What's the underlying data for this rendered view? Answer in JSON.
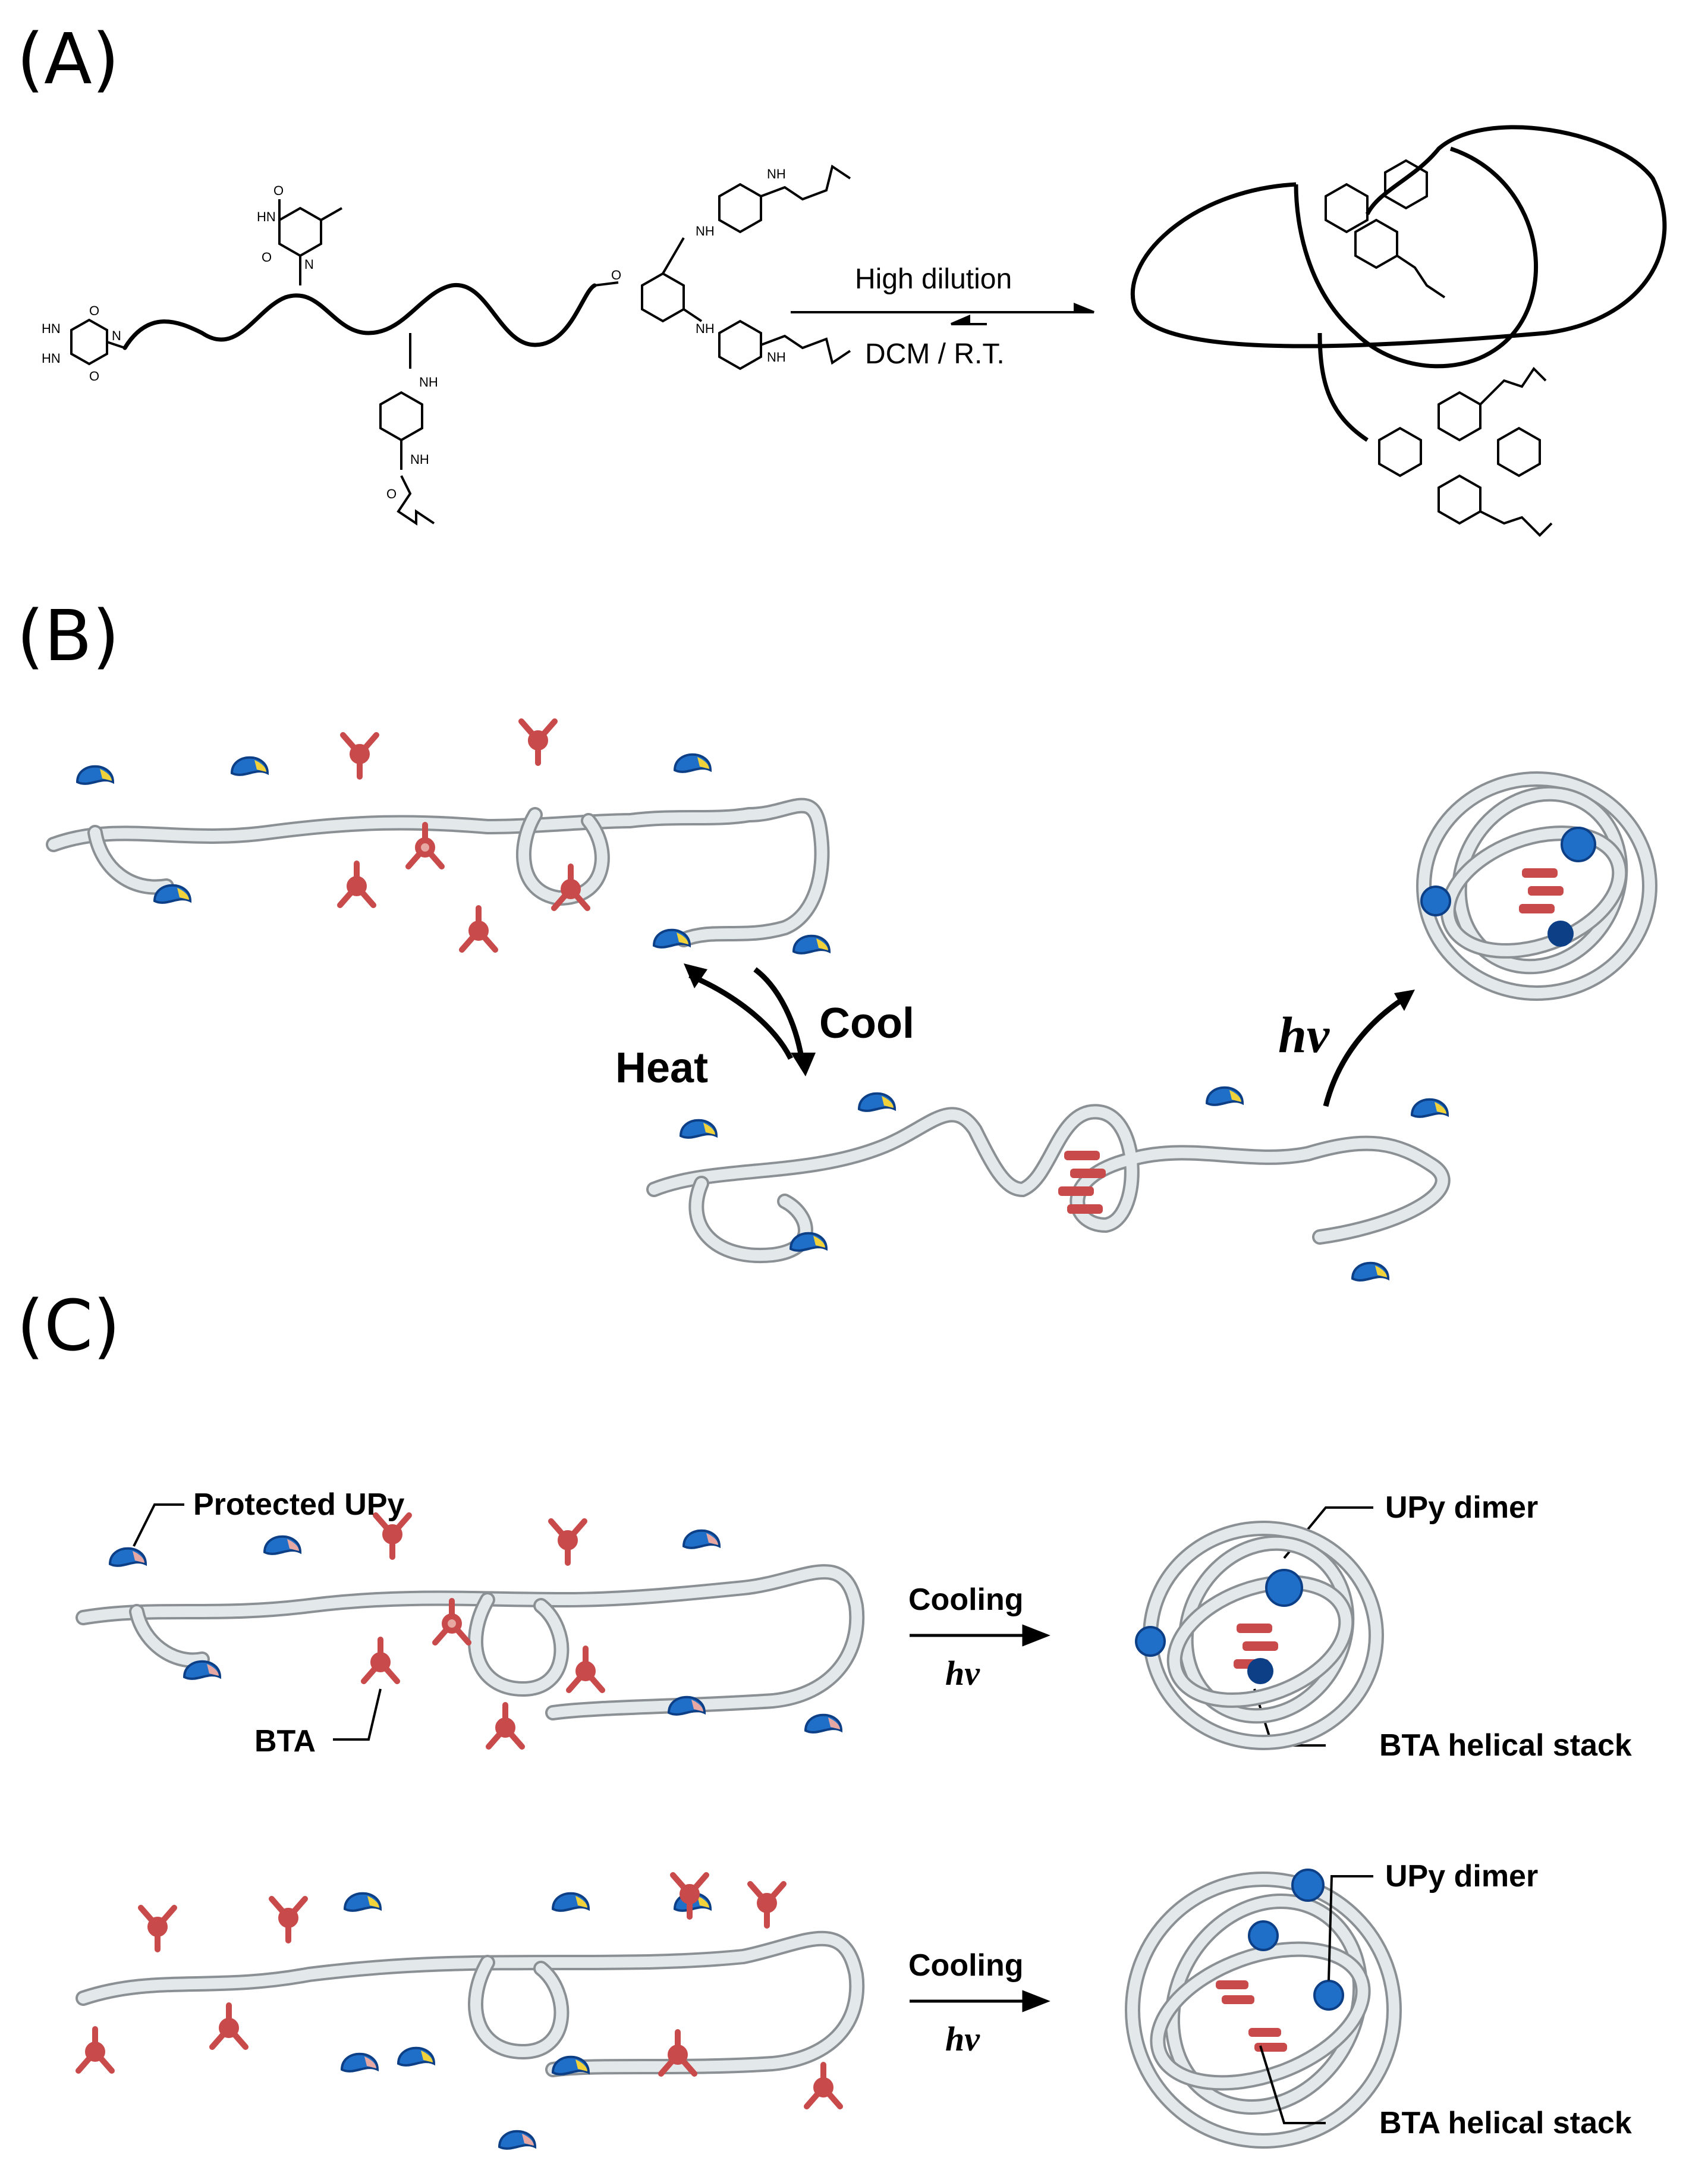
{
  "panels": {
    "a": {
      "letter": "(A)",
      "reagent_top": "High dilution",
      "reagent_bottom": "DCM / R.T."
    },
    "b": {
      "letter": "(B)",
      "heat": "Heat",
      "cool": "Cool",
      "hv": "hv"
    },
    "c": {
      "letter": "(C)",
      "protected_upy": "Protected UPy",
      "bta": "BTA",
      "cooling_1": "Cooling",
      "hv_1": "hv",
      "upy_dimer_1": "UPy dimer",
      "bta_stack_1": "BTA helical stack",
      "cooling_2": "Cooling",
      "hv_2": "hv",
      "upy_dimer_2": "UPy dimer",
      "bta_stack_2": "BTA helical stack"
    }
  },
  "atoms": {
    "nh": "NH",
    "hn": "HN",
    "o": "O",
    "n": "N",
    "h": "H"
  },
  "colors": {
    "chain": "#e3e8eb",
    "chain_outline": "#8a9094",
    "upy_blue": "#1f6fc9",
    "upy_dark": "#0d3f86",
    "upy_yellow": "#f2d23a",
    "bta_red": "#c94a4a",
    "bta_light": "#e7a7a2"
  }
}
